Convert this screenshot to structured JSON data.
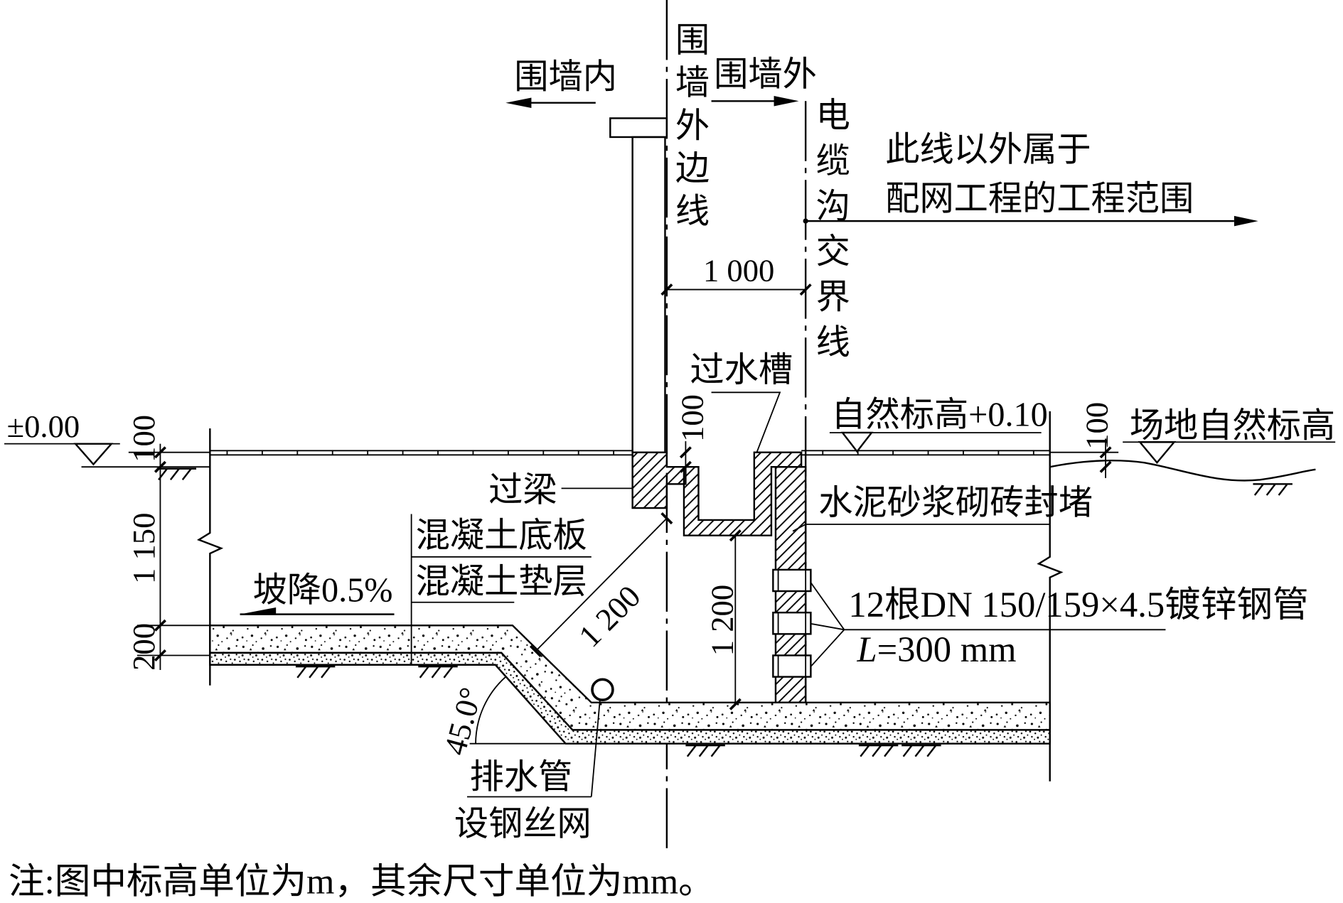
{
  "colors": {
    "ink": "#000000",
    "paper": "#ffffff"
  },
  "boundary": {
    "inside_wall": "围墙内",
    "outside_wall": "围墙外",
    "wall_outer_edge_line": "围墙外边线",
    "cable_trench_boundary_line": "电缆沟交界线"
  },
  "scope": {
    "line1": "此线以外属于",
    "line2": "配网工程的工程范围"
  },
  "elevations": {
    "datum": "±0.00",
    "natural": "自然标高+0.10",
    "site_natural": "场地自然标高"
  },
  "dimensions": {
    "wall_to_trench": "1 000",
    "trough_depth": "100",
    "datum_offset": "100",
    "site_offset": "100",
    "excavation_depth": "1 150",
    "slab_thickness": "200",
    "diagonal_clearance": "1 200",
    "trench_depth": "1 200",
    "slope_angle": "45.0°"
  },
  "labels": {
    "overflow_trough": "过水槽",
    "lintel": "过梁",
    "brick_plug": "水泥砂浆砌砖封堵",
    "concrete_slab": "混凝土底板",
    "concrete_cushion": "混凝土垫层",
    "slope": "坡降0.5%",
    "steel_pipes": "12根DN 150/159×4.5镀锌钢管",
    "pipe_length_symbol": "L",
    "pipe_length_value": "=300 mm",
    "drain_pipe": "排水管",
    "steel_mesh": "设钢丝网"
  },
  "note": "注:图中标高单位为m，其余尺寸单位为mm。"
}
